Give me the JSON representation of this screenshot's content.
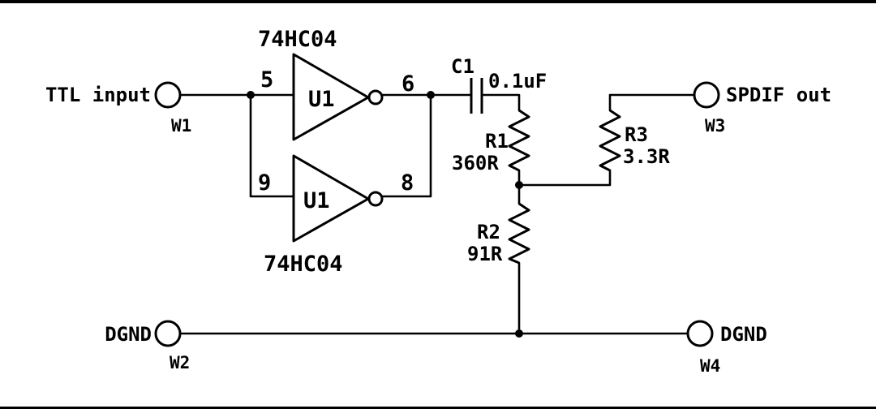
{
  "terminals": {
    "w1": {
      "label": "TTL input",
      "id": "W1"
    },
    "w2": {
      "label": "DGND",
      "id": "W2"
    },
    "w3": {
      "label": "SPDIF out",
      "id": "W3"
    },
    "w4": {
      "label": "DGND",
      "id": "W4"
    }
  },
  "inverter_top": {
    "part": "74HC04",
    "ref": "U1",
    "pin_in": "5",
    "pin_out": "6"
  },
  "inverter_bottom": {
    "part": "74HC04",
    "ref": "U1",
    "pin_in": "9",
    "pin_out": "8"
  },
  "c1": {
    "ref": "C1",
    "value": "0.1uF"
  },
  "r1": {
    "ref": "R1",
    "value": "360R"
  },
  "r2": {
    "ref": "R2",
    "value": "91R"
  },
  "r3": {
    "ref": "R3",
    "value": "3.3R"
  }
}
